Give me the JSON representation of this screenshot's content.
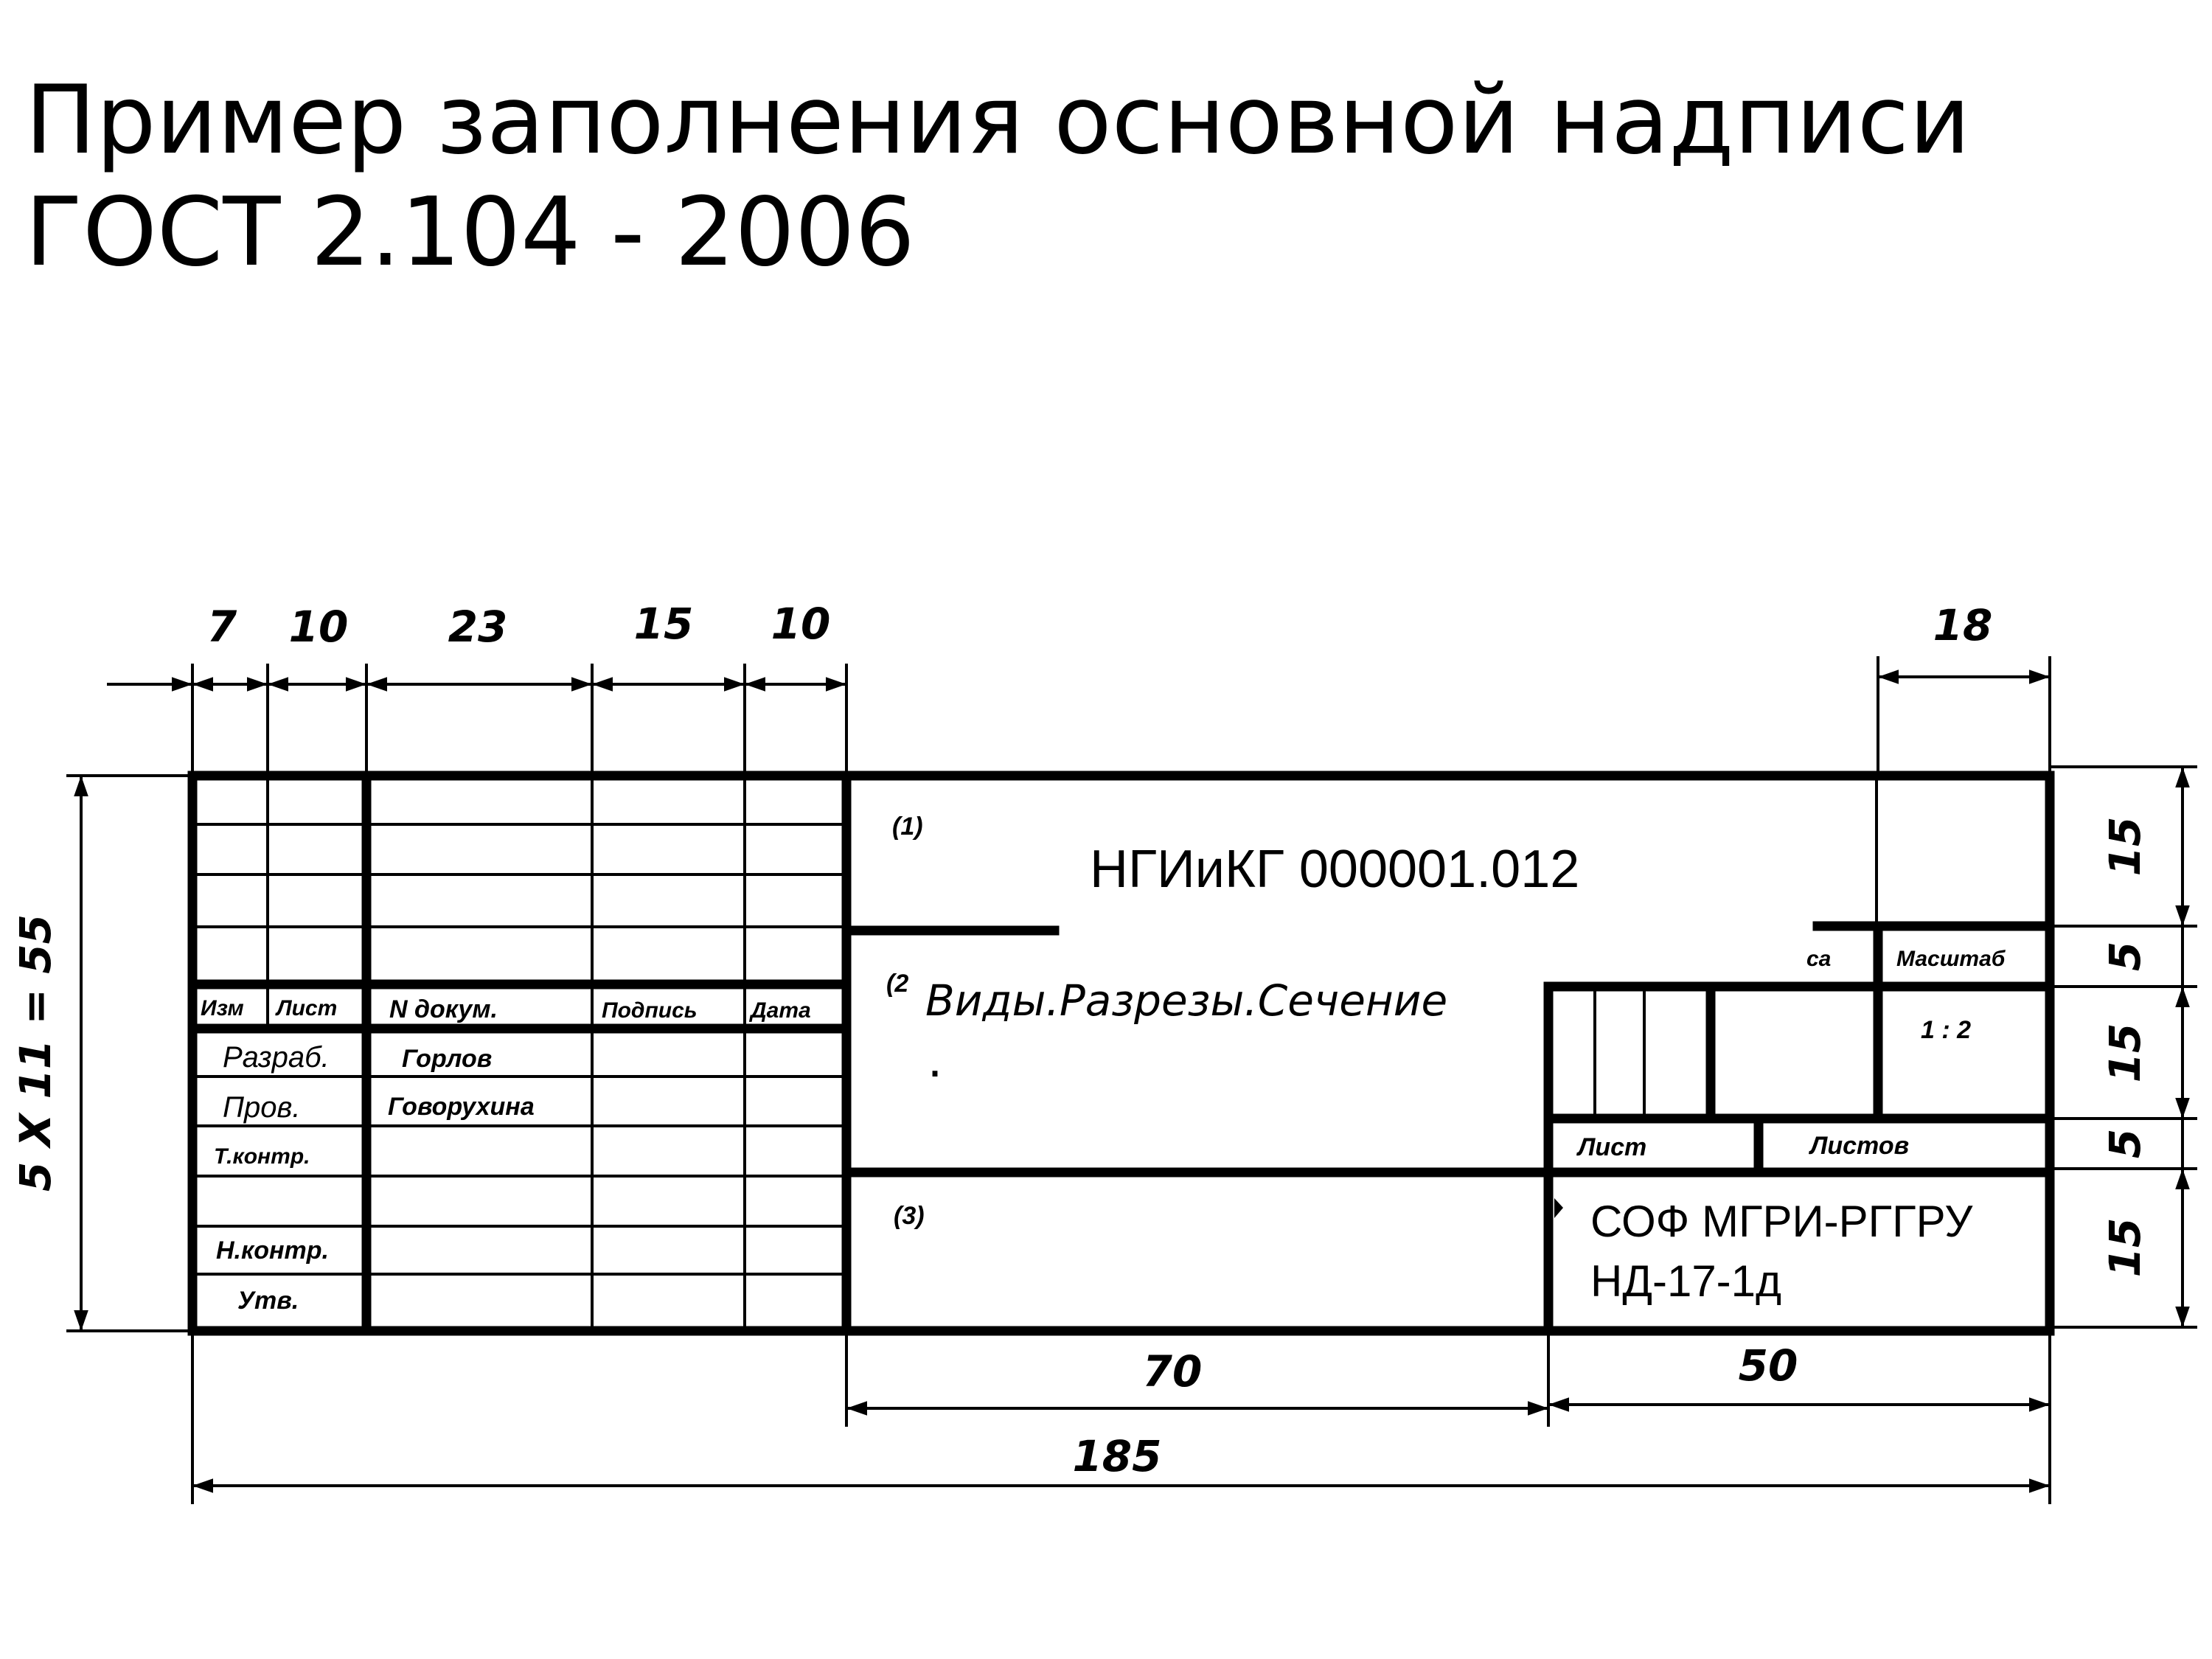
{
  "header": {
    "title_line1": "Пример заполнения основной надписи",
    "title_line2": "ГОСТ 2.104 - 2006"
  },
  "dimensions": {
    "top_7": "7",
    "top_10a": "10",
    "top_23": "23",
    "top_15": "15",
    "top_10b": "10",
    "top_18": "18",
    "left_total": "5 X 11 = 55",
    "right_15a": "15",
    "right_5a": "5",
    "right_15b": "15",
    "right_5b": "5",
    "right_15c": "15",
    "bottom_70": "70",
    "bottom_50": "50",
    "bottom_185": "185"
  },
  "left_block": {
    "col_izm": "Изм",
    "col_list": "Лист",
    "col_ndokum": "N докум.",
    "col_podpis": "Подпись",
    "col_data": "Дата",
    "row_razrab": "Разраб.",
    "row_prov": "Пров.",
    "row_tkontr": "Т.контр.",
    "row_nkontr": "Н.контр.",
    "row_utv": "Утв.",
    "name_razrab": "Горлов",
    "name_prov": "Говорухина"
  },
  "fields": {
    "field1_marker": "(1)",
    "field2_marker": "(2",
    "field3_marker": "(3)",
    "doc_code": "НГИиКГ 000001.012",
    "doc_title": "Виды.Разрезы.Сечение",
    "dot": ".",
    "mass_partial": "са",
    "scale_label": "Масштаб",
    "scale_value": "1 : 2",
    "sheet_label": "Лист",
    "sheets_label": "Листов",
    "org_line1": "СОФ МГРИ-РГГРУ",
    "org_line2": "НД-17-1д"
  }
}
